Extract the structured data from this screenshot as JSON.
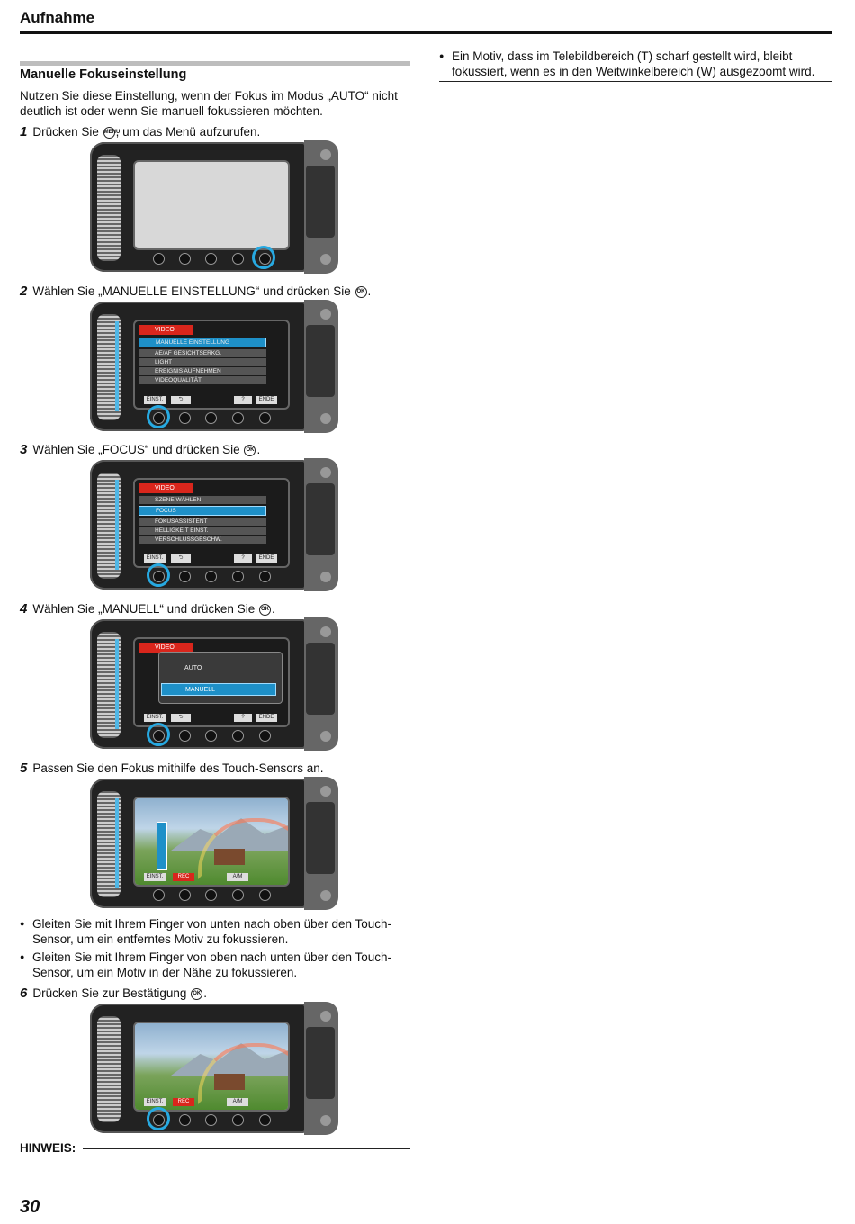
{
  "header": {
    "title": "Aufnahme"
  },
  "section": {
    "title": "Manuelle Fokuseinstellung",
    "intro": "Nutzen Sie diese Einstellung, wenn der Fokus im Modus „AUTO“ nicht deutlich ist oder wenn Sie manuell fokussieren möchten."
  },
  "steps": [
    {
      "num": "1",
      "before": "Drücken Sie ",
      "icon": "MENU",
      "after": ", um das Menü aufzurufen."
    },
    {
      "num": "2",
      "before": "Wählen Sie „MANUELLE EINSTELLUNG“ und drücken Sie ",
      "icon": "OK",
      "after": "."
    },
    {
      "num": "3",
      "before": "Wählen Sie „FOCUS“ und drücken Sie ",
      "icon": "OK",
      "after": "."
    },
    {
      "num": "4",
      "before": "Wählen Sie „MANUELL“ und drücken Sie ",
      "icon": "OK",
      "after": "."
    },
    {
      "num": "5",
      "before": "Passen Sie den Fokus mithilfe des Touch-Sensors an.",
      "icon": "",
      "after": ""
    },
    {
      "num": "6",
      "before": "Drücken Sie zur Bestätigung ",
      "icon": "OK",
      "after": "."
    }
  ],
  "bullets": [
    "Gleiten Sie mit Ihrem Finger von unten nach oben über den Touch-Sensor, um ein entferntes Motiv zu fokussieren.",
    "Gleiten Sie mit Ihrem Finger von oben nach unten über den Touch-Sensor, um ein Motiv in der Nähe zu fokussieren."
  ],
  "right_note": "Ein Motiv, dass im Telebildbereich (T) scharf gestellt wird, bleibt fokussiert, wenn es in den Weitwinkelbereich (W) ausgezoomt wird.",
  "hinweis": "HINWEIS:",
  "page_number": "30",
  "screens": {
    "menu_header": "VIDEO",
    "menu1_rows": [
      "MANUELLE EINSTELLUNG",
      "AE/AF GESICHTSERKG.",
      "LIGHT",
      "EREIGNIS AUFNEHMEN",
      "VIDEOQUALITÄT"
    ],
    "menu2_rows": [
      "SZENE WÄHLEN",
      "FOCUS",
      "FOKUSASSISTENT",
      "HELLIGKEIT EINST.",
      "VERSCHLUSSGESCHW."
    ],
    "popup_options": [
      "AUTO",
      "MANUELL"
    ],
    "bar_labels": {
      "settings": "EINST.",
      "back": "⮌",
      "help": "?",
      "end": "ENDE",
      "rec": "REC",
      "am": "A/M"
    }
  },
  "colors": {
    "accent_blue": "#27a9e1",
    "menu_red": "#d9261c"
  }
}
